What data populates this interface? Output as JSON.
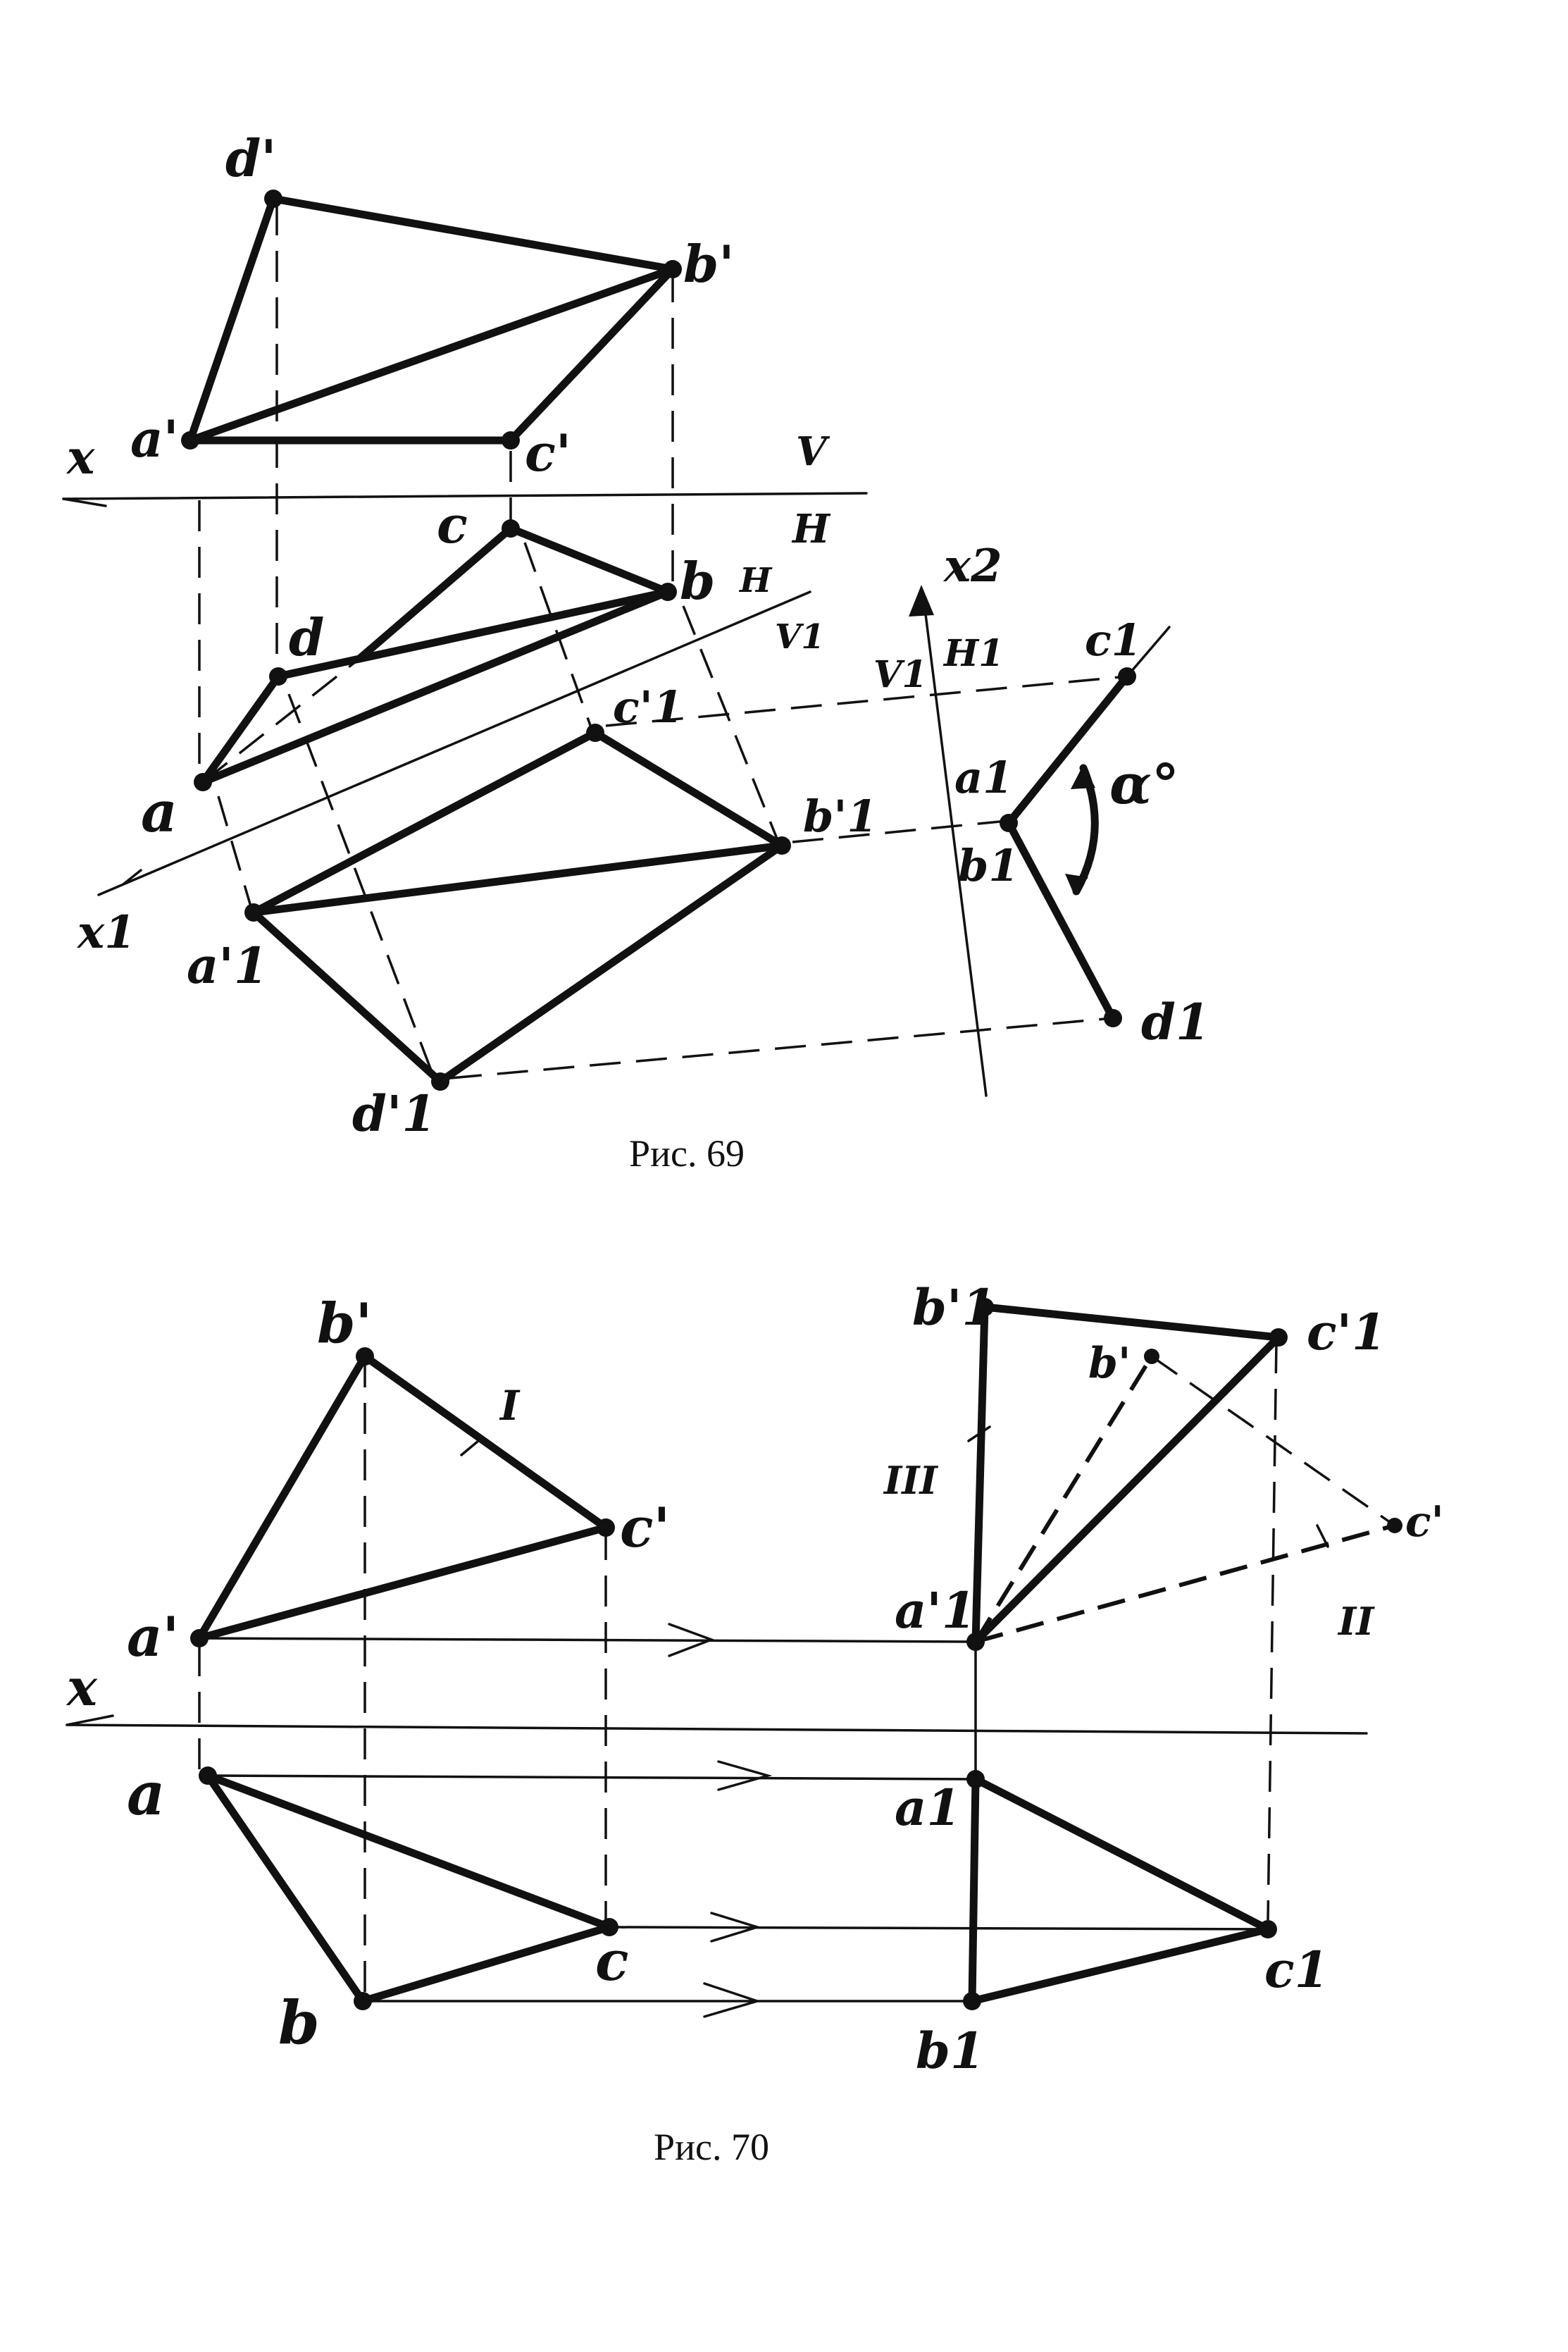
{
  "fig69": {
    "caption": "Рис. 69",
    "labels": {
      "d_prime": "d'",
      "b_prime": "b'",
      "a_prime": "a'",
      "c_prime": "c'",
      "x": "x",
      "V": "V",
      "H": "H",
      "c": "c",
      "b": "b",
      "H2": "H",
      "V1": "V1",
      "d": "d",
      "c1_prime": "c'1",
      "b1_prime": "b'1",
      "a": "a",
      "x1": "x1",
      "a1_prime": "a'1",
      "d1_prime": "d'1",
      "x2": "x2",
      "V1b": "V1",
      "H1": "H1",
      "c1": "c1",
      "a1": "a1",
      "b1": "b1",
      "alpha": "α°",
      "d1": "d1"
    }
  },
  "fig70": {
    "caption": "Рис. 70",
    "labels": {
      "b_prime": "b'",
      "I": "I",
      "c_prime": "c'",
      "a_prime": "a'",
      "x": "x",
      "a": "a",
      "c": "c",
      "b": "b",
      "b1_prime": "b'1",
      "c1_prime": "c'1",
      "b_prime_r": "b'",
      "III": "III",
      "c_prime_r": "c'",
      "a1_prime": "a'1",
      "II": "II",
      "a1": "a1",
      "c1": "c1",
      "b1": "b1"
    }
  }
}
